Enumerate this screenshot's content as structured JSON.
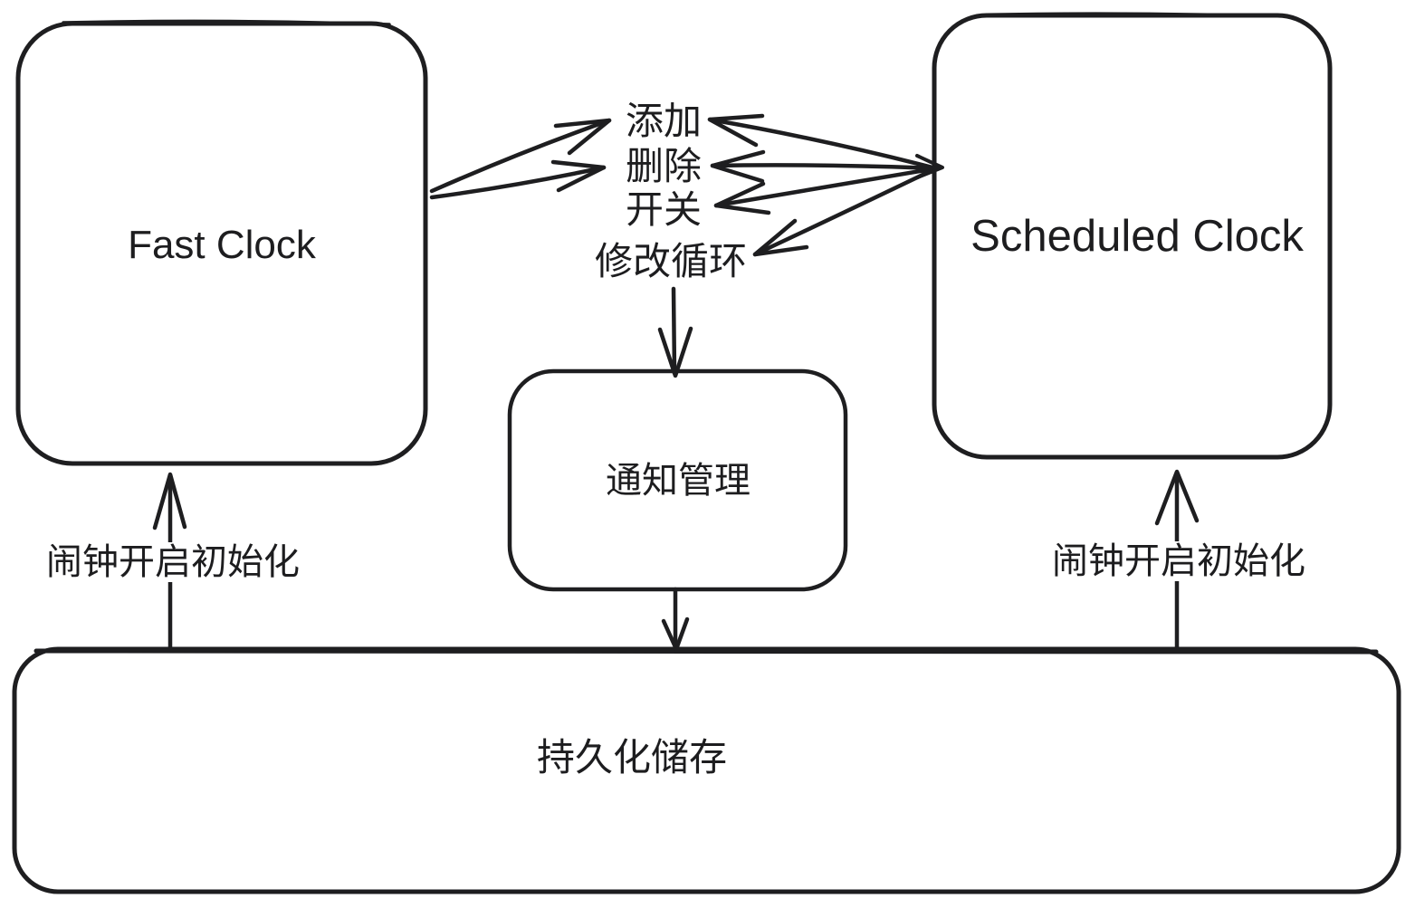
{
  "colors": {
    "ink": "#1e1e20",
    "background": "#ffffff",
    "text": "#1d1d1f"
  },
  "nodes": {
    "fast_clock": {
      "label": "Fast Clock"
    },
    "scheduled_clock": {
      "label": "Scheduled Clock"
    },
    "notification_manager": {
      "label": "通知管理"
    },
    "persistent_storage": {
      "label": "持久化储存"
    }
  },
  "edge_labels": {
    "actions": [
      "添加",
      "删除",
      "开关",
      "修改循环"
    ],
    "left_init": "闹钟开启初始化",
    "right_init": "闹钟开启初始化"
  }
}
